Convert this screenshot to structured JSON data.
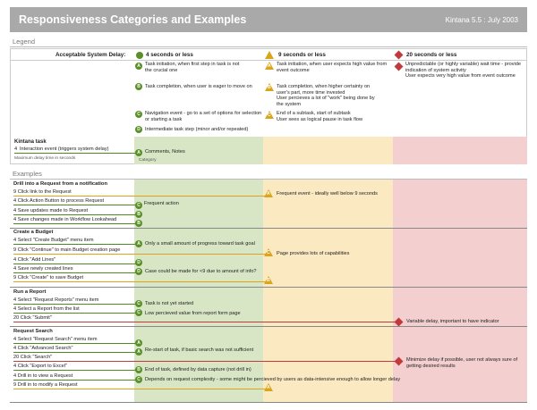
{
  "header": {
    "title": "Responsiveness Categories and Examples",
    "version": "Kintana 5.5 : July 2003"
  },
  "legend": {
    "section_label": "Legend",
    "delay_label": "Acceptable System Delay:",
    "cat_green": "4 seconds or less",
    "cat_yellow": "9 seconds or less",
    "cat_red": "20 seconds or less",
    "green_items": [
      {
        "badge": "A",
        "text": [
          "Task initiation, when first step in task is not",
          "the crucial one"
        ]
      },
      {
        "badge": "B",
        "text": [
          "Task completion, when user is eager to move on"
        ]
      },
      {
        "badge": "C",
        "text": [
          "Navigation event - go to a set of options for selection",
          "or starting a task"
        ]
      },
      {
        "badge": "D",
        "text": [
          "Intermediate task step (minor and/or repeated)"
        ]
      }
    ],
    "yellow_items": [
      {
        "badge": "A",
        "text": [
          "Task initiation, when user expects high value from",
          "event outcome"
        ]
      },
      {
        "badge": "B",
        "text": [
          "Task completion, when higher certainty on",
          "user's part, more time invested",
          "User percieves a lot of \"work\" being done by",
          "the system"
        ]
      },
      {
        "badge": "C",
        "text": [
          "End of a subtask, start of subtask",
          "User sees as logical pause in task flow"
        ]
      }
    ],
    "red_items": [
      {
        "text": [
          "Unpredictable (or highly variable) wait time - provide",
          "indication of system activity",
          "User expects very high value from event outcome"
        ]
      }
    ],
    "kintana_task": "Kintana task",
    "interaction_num": "4",
    "interaction_label": "Interaction event (triggers system delay)",
    "max_delay": "Maximum delay time in seconds",
    "comments": "Comments, Notes",
    "category": "Category"
  },
  "examples": {
    "section_label": "Examples",
    "groups": [
      {
        "title": "Drill into a Request from a notification",
        "tasks": [
          {
            "n": "9",
            "label": "Click link to the Request"
          },
          {
            "n": "4",
            "label": "Click Action Button to process Request"
          },
          {
            "n": "4",
            "label": "Save updates made to Request"
          },
          {
            "n": "4",
            "label": "Save changes made in Workflow Lookahead"
          }
        ],
        "notes": [
          "Frequent event - ideally well below 9 seconds",
          "Frequent action"
        ]
      },
      {
        "title": "Create a Budget",
        "tasks": [
          {
            "n": "4",
            "label": "Select \"Create Budget\" menu item"
          },
          {
            "n": "9",
            "label": "Click \"Continue\" to main Budget creation page"
          },
          {
            "n": "4",
            "label": "Click \"Add Lines\""
          },
          {
            "n": "4",
            "label": "Save newly created lines"
          },
          {
            "n": "9",
            "label": "Click \"Create\" to save Budget"
          }
        ],
        "notes": [
          "Only a small amount of progress toward task goal",
          "Page provides lots of capabilities",
          "Case could be made for <9 due to amount of info?"
        ]
      },
      {
        "title": "Run a Report",
        "tasks": [
          {
            "n": "4",
            "label": "Select \"Request Reports\" menu item"
          },
          {
            "n": "4",
            "label": "Select a Report from the list"
          },
          {
            "n": "20",
            "label": "Click \"Submit\""
          }
        ],
        "notes": [
          "Task is not yet started",
          "Low percieved value from report form page",
          "Variable delay, important to have indicator"
        ]
      },
      {
        "title": "Request Search",
        "tasks": [
          {
            "n": "4",
            "label": "Select \"Request Search\" menu item"
          },
          {
            "n": "4",
            "label": "Click \"Advanced Search\""
          },
          {
            "n": "20",
            "label": "Click \"Search\""
          },
          {
            "n": "4",
            "label": "Click \"Export to Excel\""
          },
          {
            "n": "4",
            "label": "Drill in to view a Request"
          },
          {
            "n": "9",
            "label": "Drill in to modify a Request"
          }
        ],
        "notes": [
          "Re-start of task, if basic search was not sufficient",
          "Minimize delay if possible, user not always sure of",
          "getting desired results",
          "End of task, defined by data capture (not drill in)",
          "Depends on request complexity - some might be percieved by users as data-intensive enough to allow longer delay"
        ]
      }
    ]
  }
}
